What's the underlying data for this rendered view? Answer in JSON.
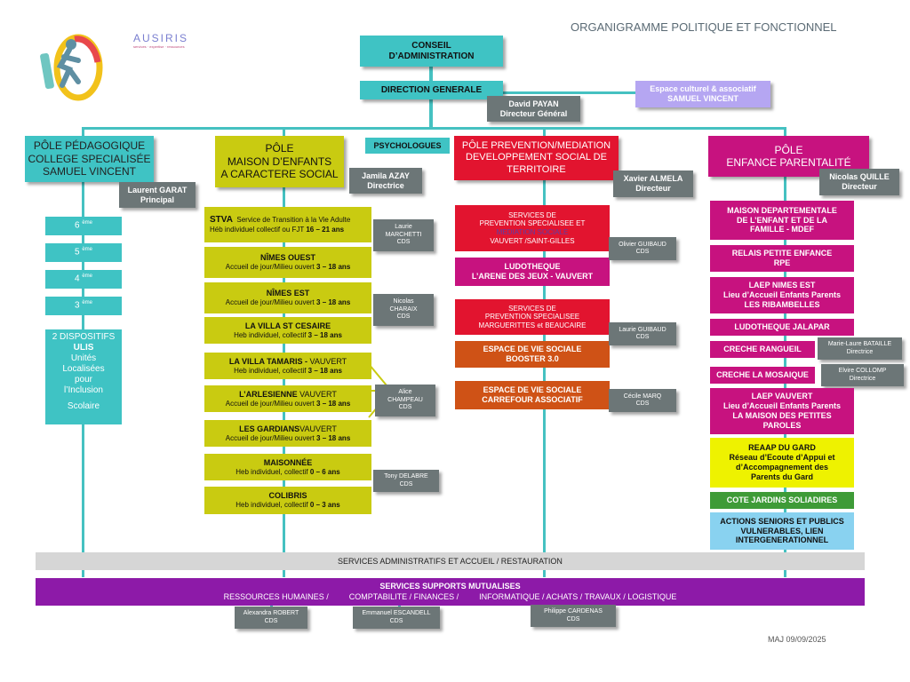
{
  "header": {
    "page_title": "ORGANIGRAMME POLITIQUE ET FONCTIONNEL",
    "brand_name": "AUSIRIS",
    "brand_tagline": "services · expertise · ressources",
    "update_date": "MAJ 09/09/2025"
  },
  "top": {
    "conseil_l1": "CONSEIL",
    "conseil_l2": "D’ADMINISTRATION",
    "direction": "DIRECTION GENERALE",
    "dg_name": "David PAYAN",
    "dg_role": "Directeur Général",
    "espace_l1": "Espace culturel & associatif",
    "espace_l2": "SAMUEL VINCENT"
  },
  "pole1": {
    "title_l1": "PÔLE PÉDAGOGIQUE",
    "title_l2": "COLLEGE SPECIALISÉE",
    "title_l3": "SAMUEL VINCENT",
    "head_name": "Laurent GARAT",
    "head_role": "Principal",
    "grades": [
      {
        "num": "6",
        "sup": "ème"
      },
      {
        "num": "5",
        "sup": "ème"
      },
      {
        "num": "4",
        "sup": "ème"
      },
      {
        "num": "3",
        "sup": "ème"
      }
    ],
    "ulis_l1": "2 DISPOSITIFS",
    "ulis_l2": "ULIS",
    "ulis_l3": "Unités",
    "ulis_l4": "Localisées",
    "ulis_l5": "pour",
    "ulis_l6": "l’Inclusion",
    "ulis_l7": "Scolaire"
  },
  "pole2": {
    "title_l1": "PÔLE",
    "title_l2": "MAISON D’ENFANTS",
    "title_l3": "A CARACTERE SOCIAL",
    "psychologues": "PSYCHOLOGUES",
    "head_name": "Jamila AZAY",
    "head_role": "Directrice",
    "stva_name": "STVA",
    "stva_desc": "Service de Transition à la Vie Adulte",
    "stva_sub": "Héb individuel collectif ou FJT",
    "stva_age": "16 – 21 ans",
    "services": [
      {
        "name": "NÎMES OUEST",
        "name_suffix": "",
        "desc": "Accueil de jour/Milieu ouvert",
        "age": "3 – 18 ans"
      },
      {
        "name": "NÎMES EST",
        "name_suffix": "",
        "desc": "Accueil de jour/Milieu ouvert",
        "age": "3 – 18 ans"
      },
      {
        "name": "LA VILLA ST CESAIRE",
        "name_suffix": "",
        "desc": "Heb individuel, collectif",
        "age": "3 – 18 ans"
      },
      {
        "name": "LA VILLA TAMARIS -",
        "name_suffix": " VAUVERT",
        "desc": "Heb individuel, collectif",
        "age": "3 – 18 ans"
      },
      {
        "name": "L’ARLESIENNE",
        "name_suffix": " VAUVERT",
        "desc": "Accueil de jour/Milieu ouvert",
        "age": "3 – 18 ans"
      },
      {
        "name": "LES GARDIANS",
        "name_suffix": "VAUVERT",
        "desc": "Accueil de jour/Milieu ouvert",
        "age": "3 – 18 ans"
      },
      {
        "name": "MAISONNÉE",
        "name_suffix": "",
        "desc": "Heb individuel, collectif",
        "age": "0 – 6 ans"
      },
      {
        "name": "COLIBRIS",
        "name_suffix": "",
        "desc": "Heb individuel, collectif",
        "age": "0 – 3 ans"
      }
    ],
    "cds": [
      {
        "name_l1": "Laurie",
        "name_l2": "MARCHETTI",
        "role": "CDS"
      },
      {
        "name_l1": "Nicolas",
        "name_l2": "CHARAIX",
        "role": "CDS"
      },
      {
        "name_l1": "Alice",
        "name_l2": "CHAMPEAU",
        "role": "CDS"
      },
      {
        "name_l1": "Tony DELABRE",
        "name_l2": "",
        "role": "CDS"
      }
    ]
  },
  "pole3": {
    "title_l1": "PÔLE  PREVENTION/MEDIATION",
    "title_l2": "DEVELOPPEMENT SOCIAL DE",
    "title_l3": "TERRITOIRE",
    "head_name": "Xavier ALMELA",
    "head_role": "Directeur",
    "s1_l1": "SERVICES DE",
    "s1_l2": "PREVENTION SPECIALISEE ET",
    "s1_l3": "MEDIATION SOCIALE",
    "s1_l4": "VAUVERT /SAINT-GILLES",
    "ludo_l1": "LUDOTHEQUE",
    "ludo_l2": "L’ARENE DES JEUX - VAUVERT",
    "s2_l1": "SERVICES DE",
    "s2_l2": "PREVENTION SPECIALISEE",
    "s2_l3": "MARGUERITTES et BEAUCAIRE",
    "evs1_l1": "ESPACE DE VIE SOCIALE",
    "evs1_l2": "BOOSTER 3.0",
    "evs2_l1": "ESPACE DE VIE SOCIALE",
    "evs2_l2": "CARREFOUR ASSOCIATIF",
    "cds": [
      {
        "name": "Olivier GUIBAUD",
        "role": "CDS"
      },
      {
        "name": "Laurie GUIBAUD",
        "role": "CDS"
      },
      {
        "name": "Cécile MARQ",
        "role": "CDS"
      }
    ]
  },
  "pole4": {
    "title_l1": "PÔLE",
    "title_l2": "ENFANCE PARENTALITÉ",
    "head_name": "Nicolas QUILLE",
    "head_role": "Directeur",
    "mdef_l1": "MAISON DEPARTEMENTALE",
    "mdef_l2": "DE L’ENFANT ET DE LA",
    "mdef_l3": "FAMILLE - MDEF",
    "rpe_l1": "RELAIS PETITE ENFANCE",
    "rpe_l2": "RPE",
    "laep1_l1": "LAEP NIMES EST",
    "laep1_l2": "Lieu d’Accueil Enfants Parents",
    "laep1_l3": "LES RIBAMBELLES",
    "ludo": "LUDOTHEQUE JALAPAR",
    "creche1": "CRECHE RANGUEIL",
    "creche2": "CRECHE LA MOSAIQUE",
    "laep2_l1": "LAEP VAUVERT",
    "laep2_l2": "Lieu d’Accueil Enfants Parents",
    "laep2_l3": "LA MAISON DES PETITES",
    "laep2_l4": "PAROLES",
    "reaap_l1": "REAAP DU GARD",
    "reaap_l2": "Réseau d’Ecoute d’Appui et",
    "reaap_l3": "d’Accompagnement des",
    "reaap_l4": "Parents du Gard",
    "cote": "COTE JARDINS SOLIADIRES",
    "actions_l1": "ACTIONS SENIORS ET PUBLICS",
    "actions_l2": "VULNERABLES, LIEN",
    "actions_l3": "INTERGENERATIONNEL",
    "dir1_name": "Marie-Laure BATAILLE",
    "dir1_role": "Directrice",
    "dir2_name": "Elvire COLLOMP",
    "dir2_role": "Directrice"
  },
  "bottom": {
    "admin": "SERVICES ADMINISTRATIFS ET ACCUEIL / RESTAURATION",
    "supports_title": "SERVICES SUPPORTS MUTUALISES",
    "rh": "RESSOURCES HUMAINES /",
    "compta": "COMPTABILITE / FINANCES /",
    "info": "INFORMATIQUE / ACHATS / TRAVAUX / LOGISTIQUE",
    "cds": [
      {
        "name": "Alexandra ROBERT",
        "role": "CDS"
      },
      {
        "name": "Emmanuel ESCANDELL",
        "role": "CDS"
      },
      {
        "name": "Philippe CARDENAS",
        "role": "CDS"
      }
    ]
  },
  "colors": {
    "teal": "#3fc3c4",
    "olive": "#c9cb11",
    "red": "#e2142f",
    "magenta": "#c7127f",
    "orange": "#cf5216",
    "gray": "#6c7677",
    "lavender": "#b5a6f2",
    "purple": "#8d1aa8"
  }
}
